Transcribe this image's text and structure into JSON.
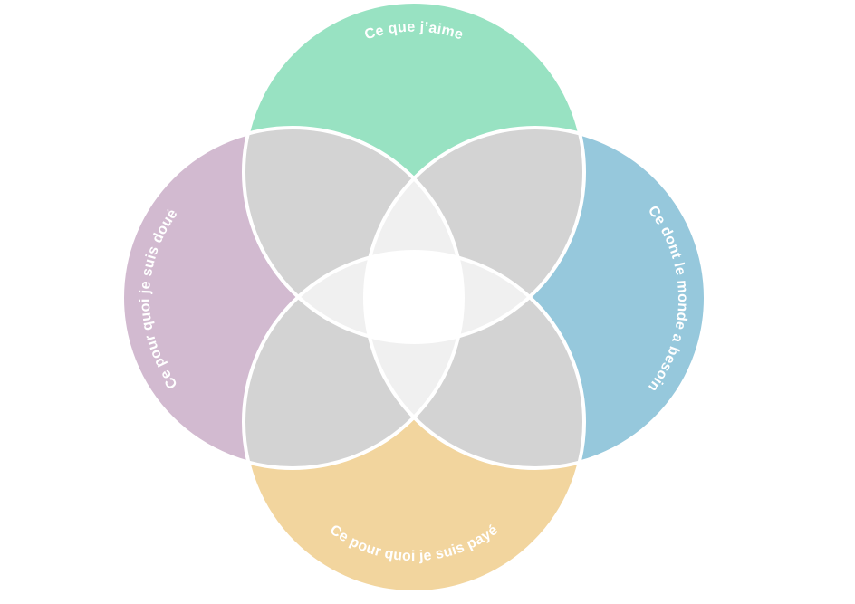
{
  "diagram": {
    "title": "Ikigai",
    "circles": [
      {
        "id": "top",
        "label": "Ce que j’aime",
        "color": "#98e2c2"
      },
      {
        "id": "right",
        "label": "Ce dont le monde a besoin",
        "color": "#96c8dc"
      },
      {
        "id": "bottom",
        "label": "Ce pour quoi je suis payé",
        "color": "#f2d59e"
      },
      {
        "id": "left",
        "label": "Ce pour quoi je suis doué",
        "color": "#d2bad0"
      }
    ],
    "overlap_colors": {
      "two": "#d3d3d3",
      "three": "#f0f0f0",
      "four": "#ffffff"
    }
  }
}
